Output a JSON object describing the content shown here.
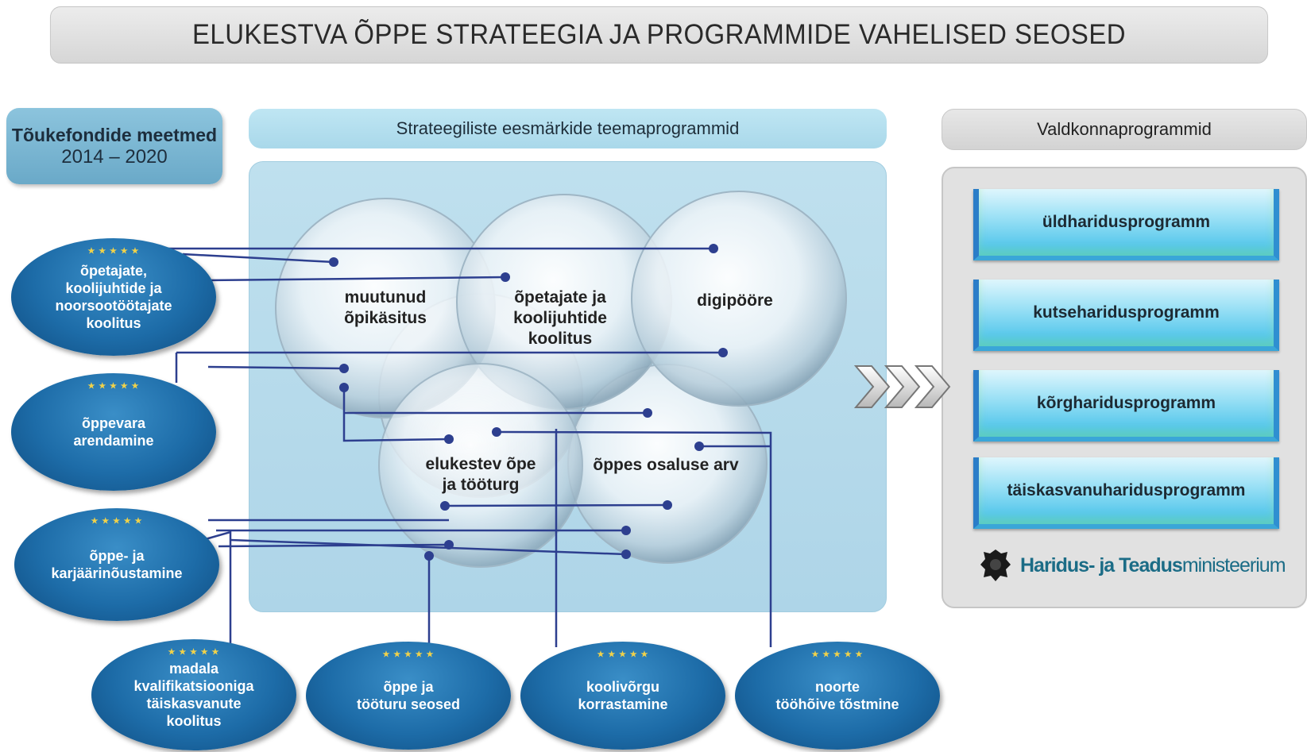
{
  "title": "ELUKESTVA ÕPPE STRATEEGIA JA PROGRAMMIDE VAHELISED SEOSED",
  "funds": {
    "title": "Tõukefondide meetmed",
    "period": "2014 – 2020"
  },
  "strategic": {
    "title": "Strateegiliste eesmärkide teemaprogrammid",
    "bubbles": [
      {
        "label": "muutunud\nõpikäsitus"
      },
      {
        "label": "õpetajate ja\nkoolijuhtide\nkoolitus"
      },
      {
        "label": "digipööre"
      },
      {
        "label": "elukestev õpe\nja tööturg"
      },
      {
        "label": "õppes osaluse arv"
      }
    ]
  },
  "sector": {
    "title": "Valdkonnaprogrammid",
    "programs": [
      {
        "label": "üldharidusprogramm"
      },
      {
        "label": "kutseharidusprogramm"
      },
      {
        "label": "kõrgharidusprogramm"
      },
      {
        "label": "täiskasvanuharidusprogramm"
      }
    ],
    "ministry": {
      "bold": "Haridus- ja Teadus",
      "thin": "ministeerium"
    }
  },
  "measures_left": [
    {
      "label": "õpetajate,\nkoolijuhtide ja\nnoorsootöötajate\nkoolitus"
    },
    {
      "label": "õppevara\narendamine"
    },
    {
      "label": "õppe- ja\nkarjäärinõustamine"
    }
  ],
  "measures_bottom": [
    {
      "label": "madala\nkvalifikatsiooniga\ntäiskasvanute\nkoolitus"
    },
    {
      "label": "õppe ja\ntööturu seosed"
    },
    {
      "label": "koolivõrgu\nkorrastamine"
    },
    {
      "label": "noorte\ntööhõive tõstmine"
    }
  ],
  "colors": {
    "connector": "#2d3f8f",
    "measure": "#1d6ca8",
    "panel": "#b4d9eb"
  }
}
